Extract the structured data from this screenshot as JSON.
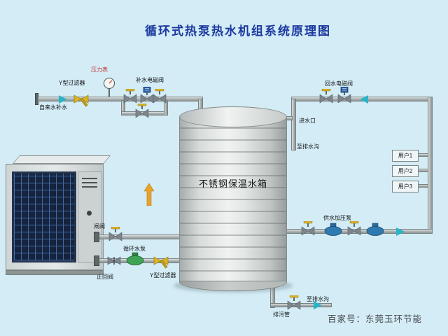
{
  "title": "循环式热泵热水机组系统原理图",
  "tank": {
    "label": "不锈钢保温水箱"
  },
  "labels": {
    "y_filter_top": "Y型过滤器",
    "tap_water": "自来水补水",
    "pressure_gauge": "压力表",
    "makeup_solenoid": "补水电磁阀",
    "return_solenoid": "回水电磁阀",
    "water_inlet": "进水口",
    "to_drain_top": "至排水沟",
    "supply_pump": "供水加压泵",
    "gate_valve": "闸阀",
    "circ_pump": "循环水泵",
    "check_valve": "止回阀",
    "y_filter_bottom": "Y型过滤器",
    "drain_pipe": "排污管",
    "to_drain_bottom": "至排水沟"
  },
  "users": [
    {
      "label": "用户1"
    },
    {
      "label": "用户2"
    },
    {
      "label": "用户3"
    }
  ],
  "watermark": "百家号：东莞玉环节能",
  "colors": {
    "background": "#d3ecf5",
    "title": "#1b38a0",
    "pipe": "#a9afaf",
    "flow_arrow": "#2bb3c8",
    "flow_arrow_orange": "#e9a32a",
    "valve_handle": "#d9b427",
    "solenoid_coil": "#2f62a8",
    "pump_green": "#3da455",
    "pump_blue": "#2f7ab0",
    "evaporator": "#16233d"
  }
}
